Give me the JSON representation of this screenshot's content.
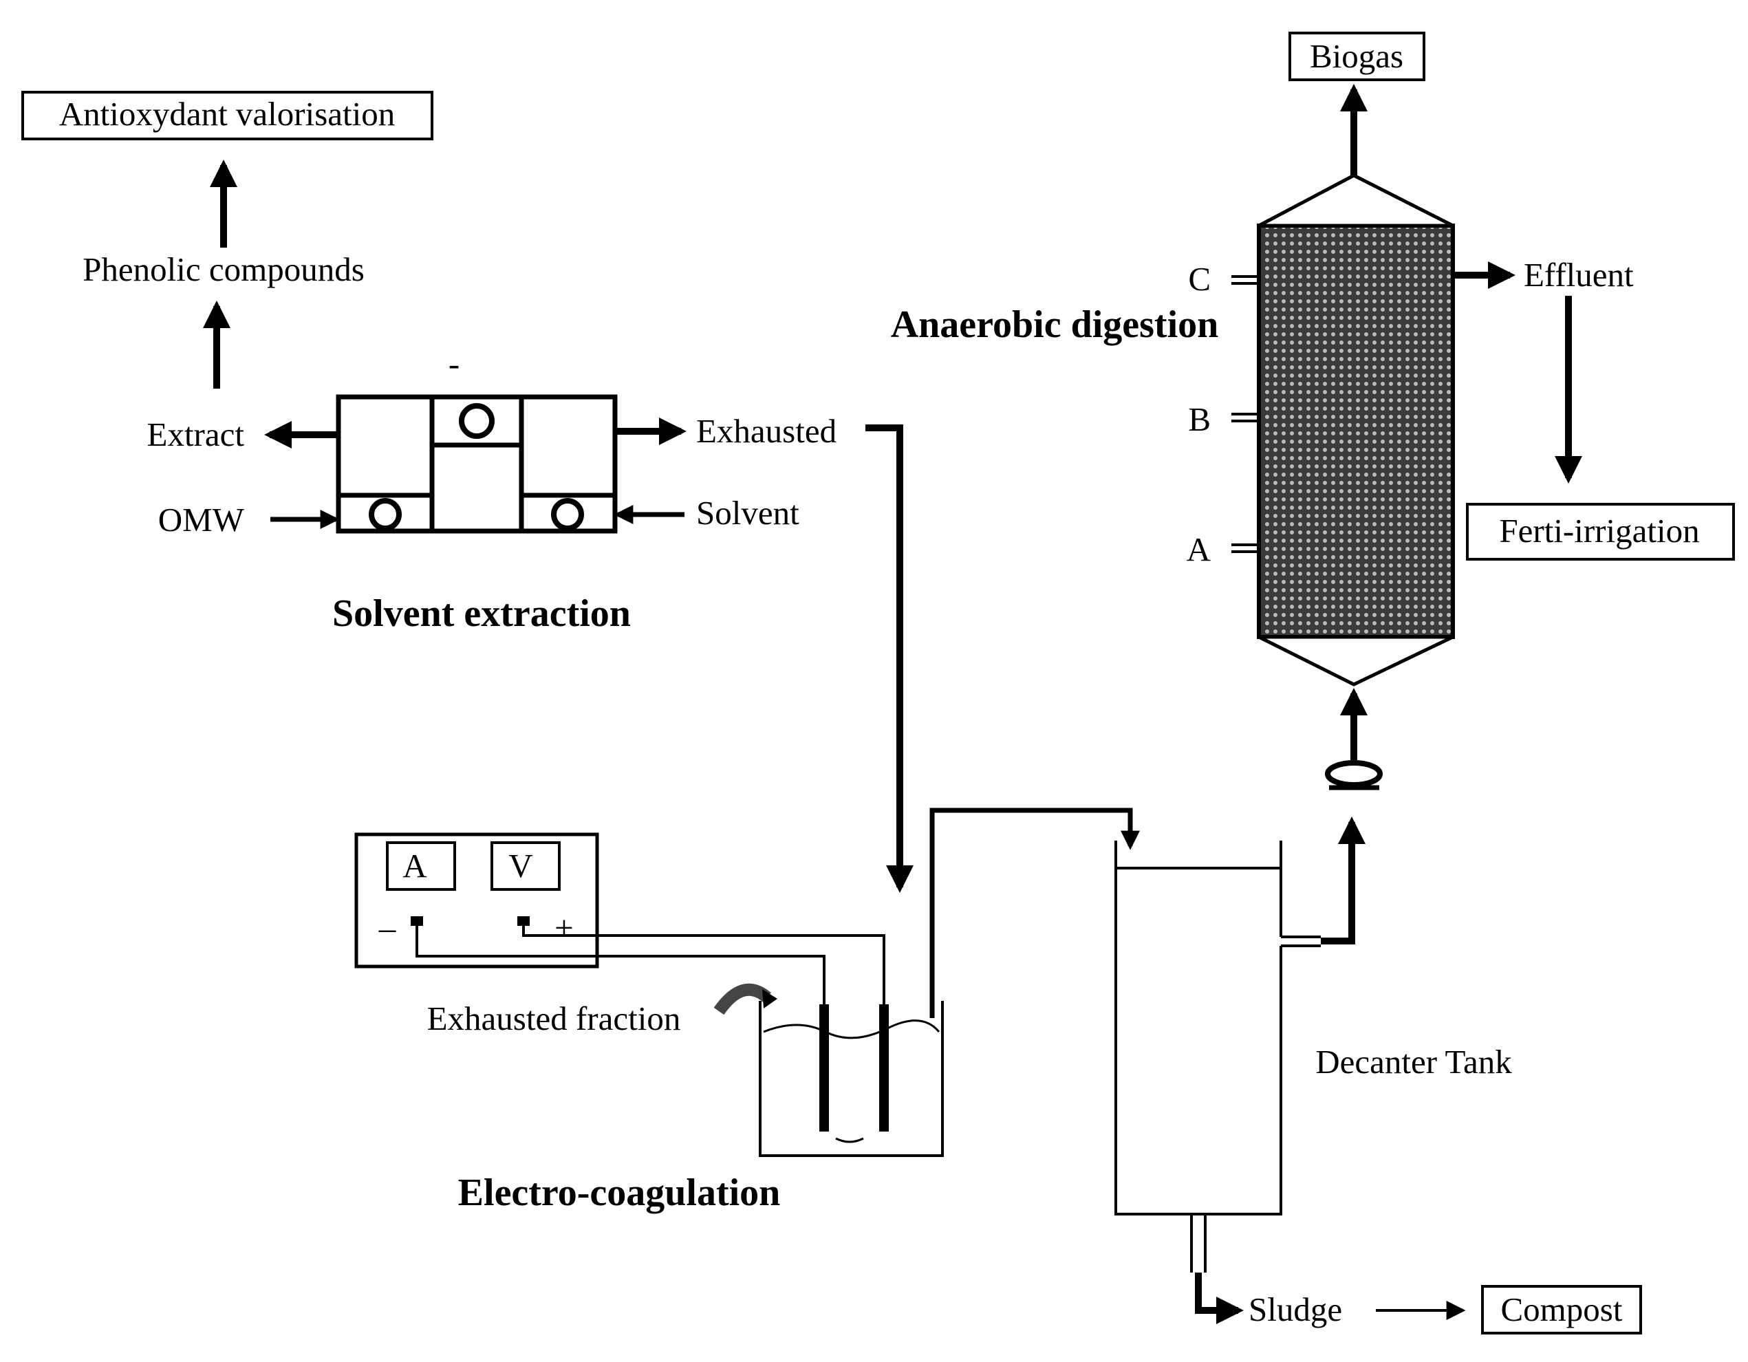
{
  "labels": {
    "antioxydant": "Antioxydant valorisation",
    "phenolic": "Phenolic compounds",
    "extract": "Extract",
    "omw": "OMW",
    "exhausted": "Exhausted",
    "solvent": "Solvent",
    "solvent_extraction": "Solvent extraction",
    "biogas": "Biogas",
    "effluent": "Effluent",
    "ferti_irrigation": "Ferti-irrigation",
    "anaerobic_digestion": "Anaerobic digestion",
    "port_c": "C",
    "port_b": "B",
    "port_a": "A",
    "ammeter": "A",
    "voltmeter": "V",
    "minus": "–",
    "plus": "+",
    "exhausted_fraction": "Exhausted fraction",
    "electro_coagulation": "Electro-coagulation",
    "decanter_tank": "Decanter  Tank",
    "sludge": "Sludge",
    "compost": "Compost",
    "small_mark": "-"
  }
}
